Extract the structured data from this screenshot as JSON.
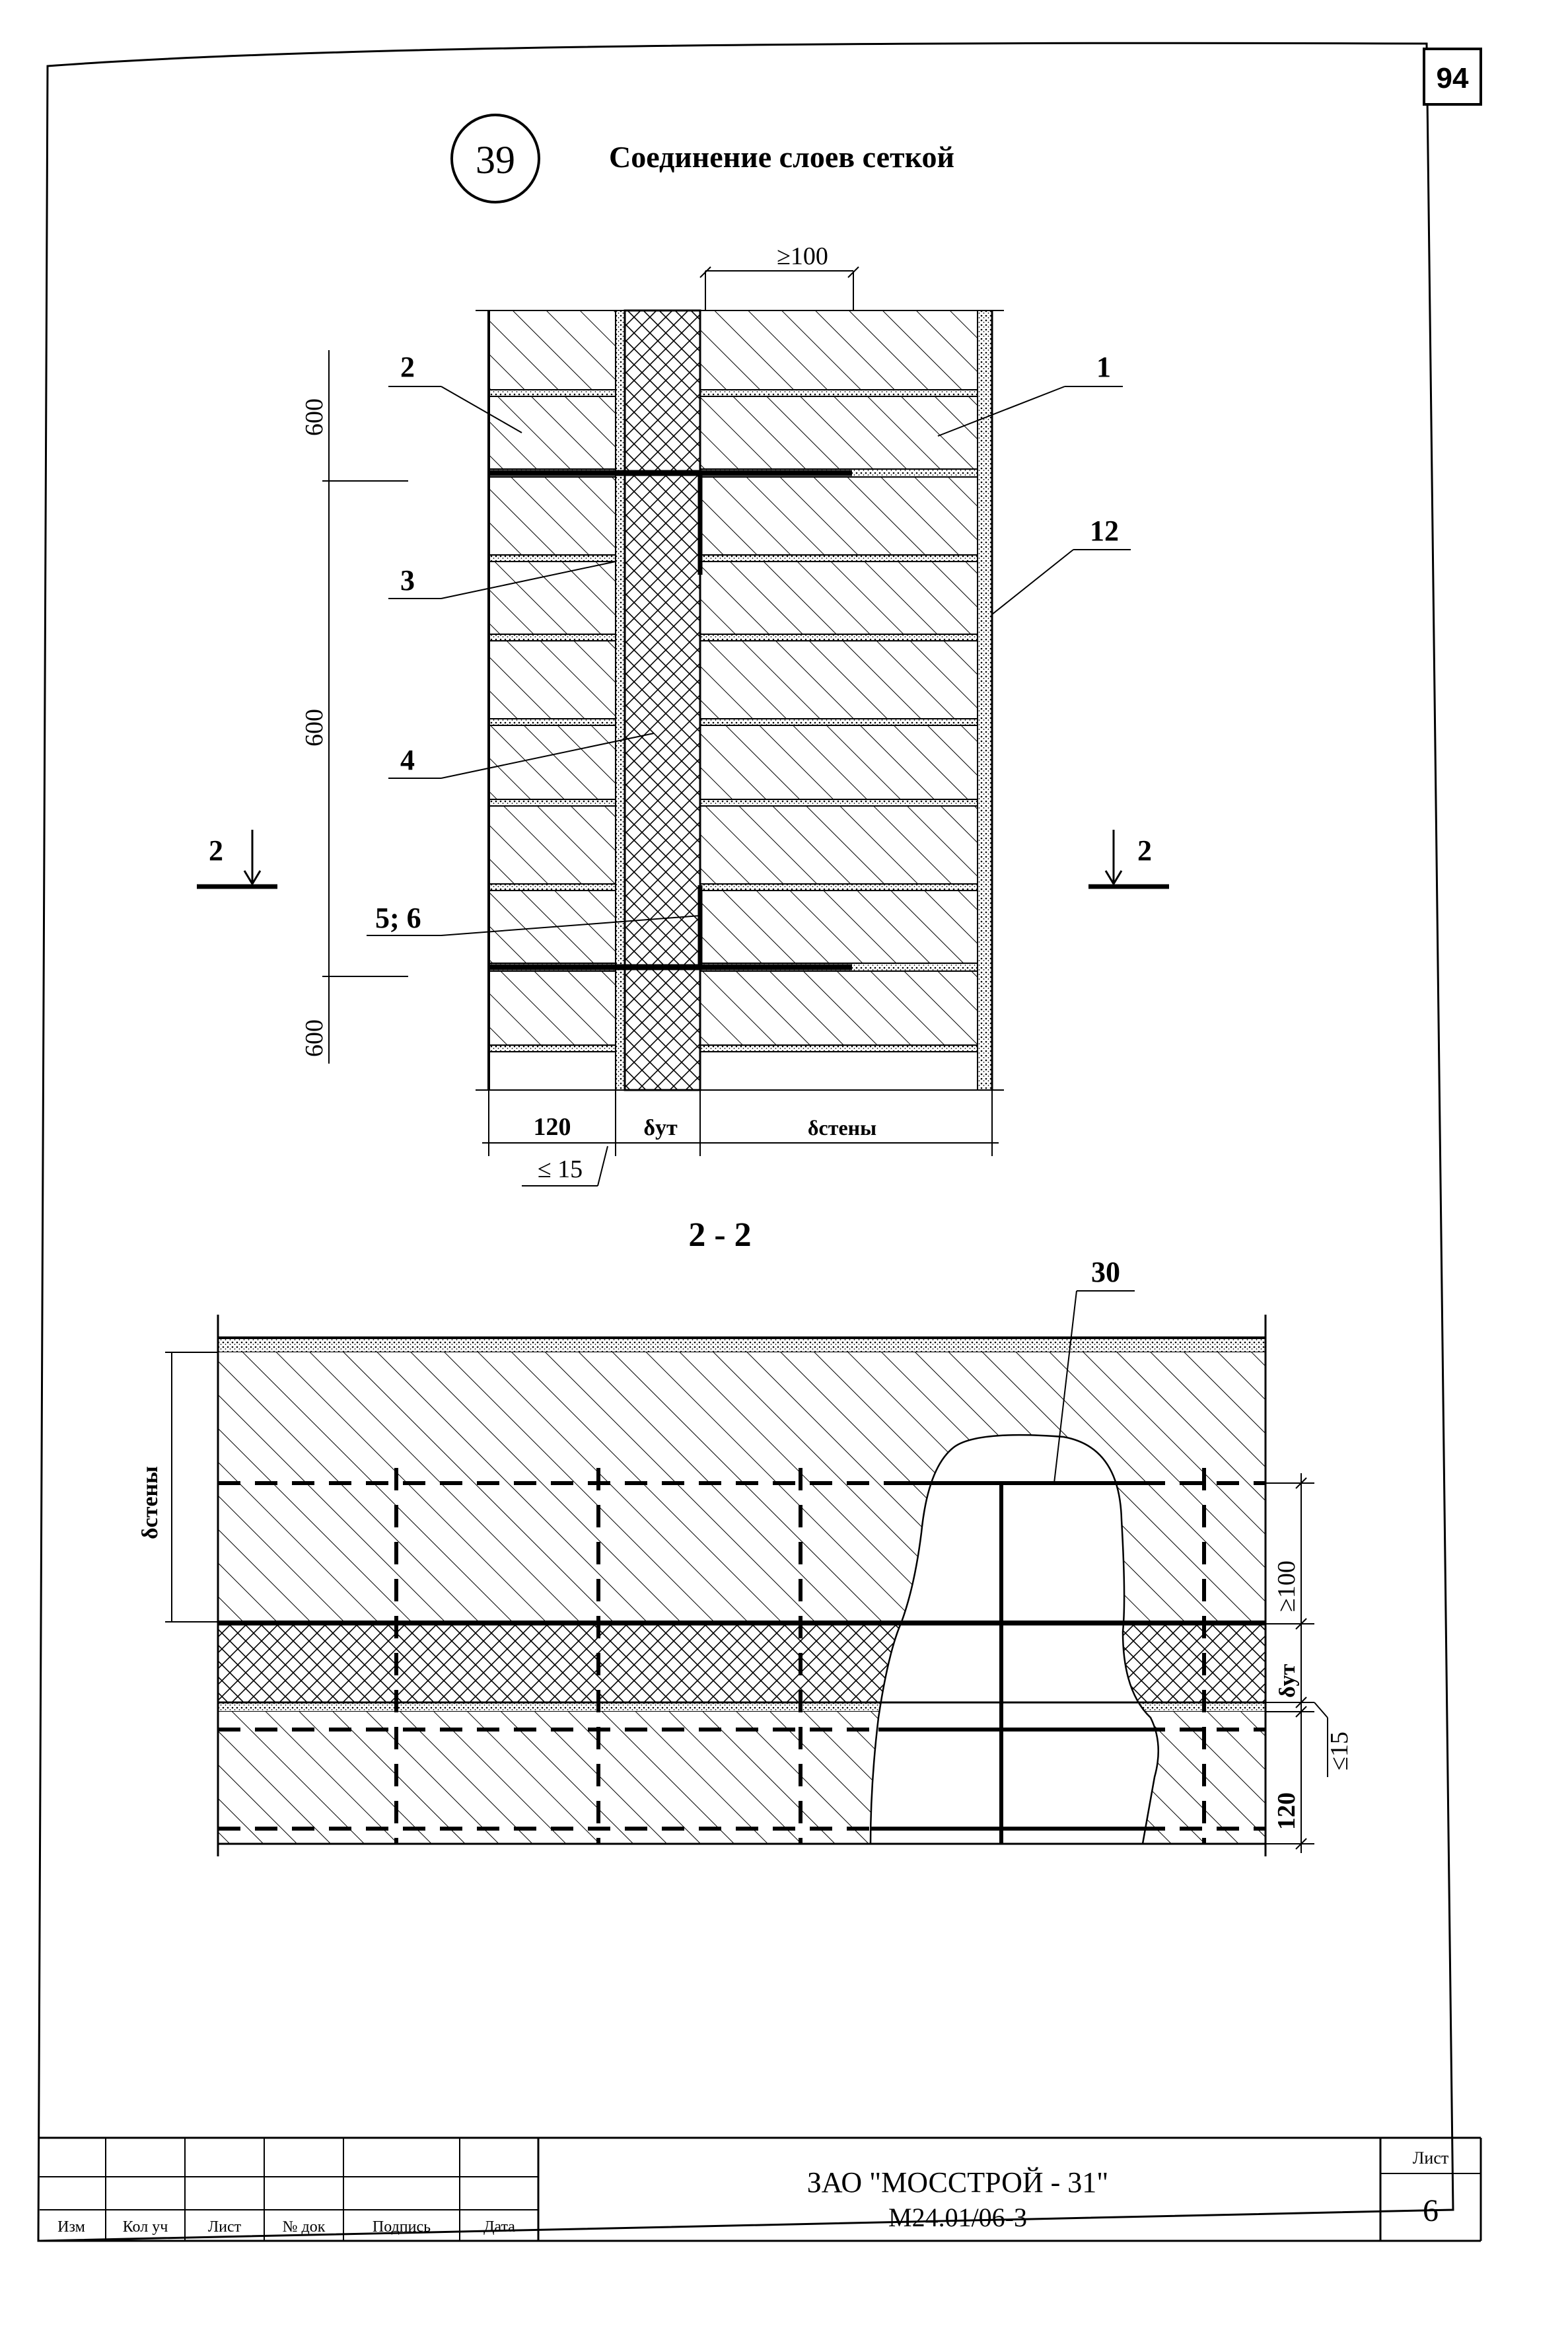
{
  "sheet_corner_number": "94",
  "detail": {
    "number": "39",
    "title": "Соединение слоев сеткой"
  },
  "elevation": {
    "dim_top": "≥100",
    "callouts": [
      "1",
      "2",
      "3",
      "4",
      "5; 6",
      "12"
    ],
    "dims_left": [
      "600",
      "600",
      "600"
    ],
    "dims_bottom": {
      "brick": "120",
      "insulation": "δут",
      "wall": "δстены",
      "gap": "≤ 15"
    },
    "section_mark": "2"
  },
  "section": {
    "title": "2 - 2",
    "callout": "30",
    "dim_left": "δстены",
    "dims_right": [
      "≥100",
      "δут",
      "≤15",
      "120"
    ]
  },
  "title_block": {
    "headers": [
      "Изм",
      "Кол уч",
      "Лист",
      "№ док",
      "Подпись",
      "Дата"
    ],
    "company": "ЗАО \"МОССТРОЙ - 31\"",
    "doc_code": "М24.01/06-3",
    "sheet_label": "Лист",
    "sheet_number": "6"
  }
}
